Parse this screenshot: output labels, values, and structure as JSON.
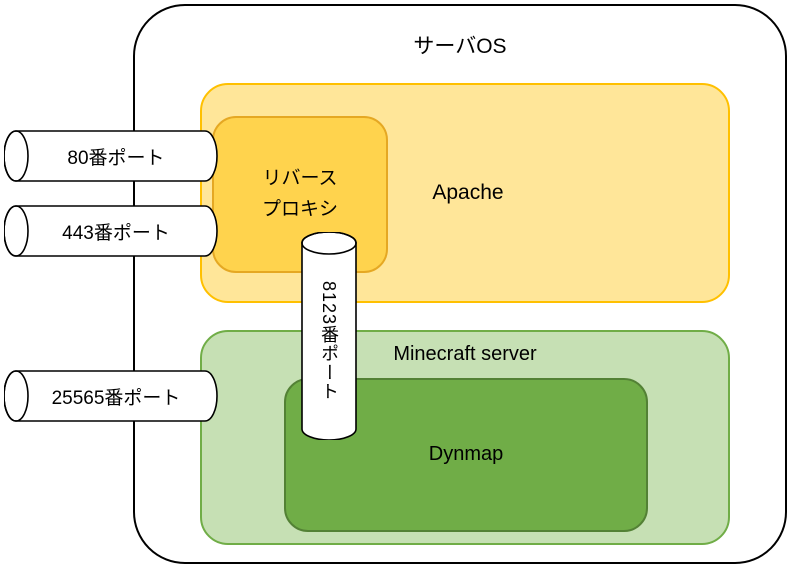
{
  "diagram": {
    "server_os": {
      "label": "サーバOS"
    },
    "apache": {
      "label": "Apache"
    },
    "reverse_proxy": {
      "label": "リバース\nプロキシ"
    },
    "minecraft_server": {
      "label": "Minecraft server"
    },
    "dynmap": {
      "label": "Dynmap"
    },
    "ports": {
      "port_80": {
        "label": "80番ポート"
      },
      "port_443": {
        "label": "443番ポート"
      },
      "port_25565": {
        "label": "25565番ポート"
      },
      "port_8123": {
        "label": "8123番ポート"
      }
    },
    "colors": {
      "apache_fill": "#FFE699",
      "apache_border": "#FFC000",
      "reverse_proxy_fill": "#FFD34D",
      "reverse_proxy_border": "#E5A823",
      "minecraft_fill": "#C6E0B4",
      "minecraft_border": "#70AD47",
      "dynmap_fill": "#70AD47",
      "dynmap_border": "#538135",
      "pipe_fill": "#FFFFFF",
      "outline": "#000000"
    }
  }
}
